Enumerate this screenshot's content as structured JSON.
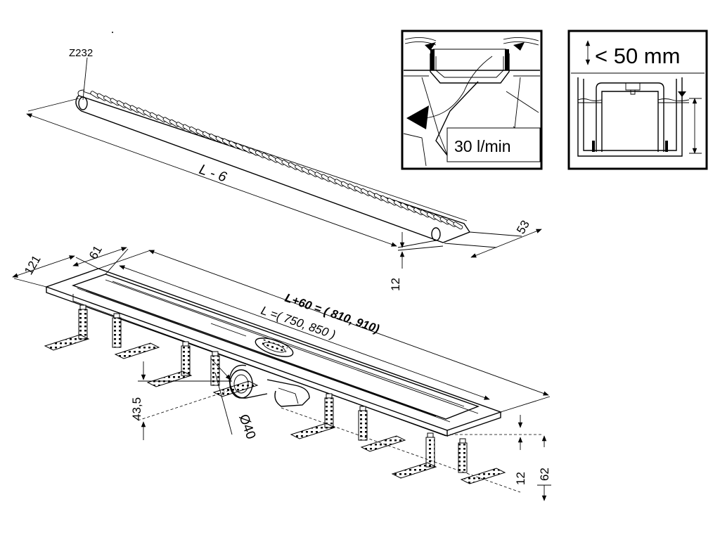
{
  "part_code": "Z232",
  "grate_length_label": "L - 6",
  "dimensions": {
    "grate_width": "53",
    "grate_height": "12",
    "body_outer_width": "121",
    "body_inner_width": "61",
    "total_length": "L+60 = ( 810, 910)",
    "channel_length": "L =( 750, 850 )",
    "outlet_height": "43,5",
    "outlet_diameter": "Ø40",
    "flange_thickness": "12",
    "overall_height": "62"
  },
  "flow_box": {
    "flow_rate": "30 l/min"
  },
  "seal_box": {
    "water_seal": "< 50 mm"
  }
}
